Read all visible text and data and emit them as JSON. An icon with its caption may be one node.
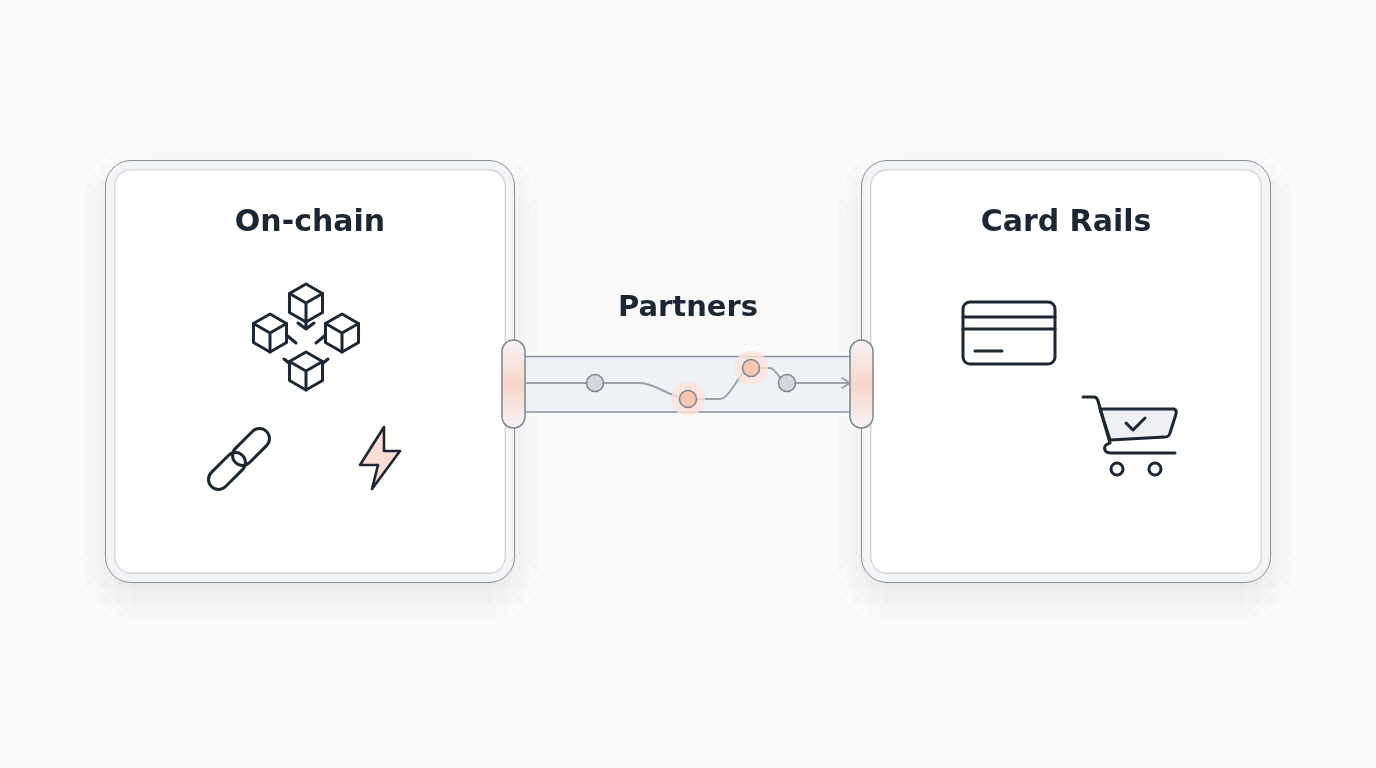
{
  "diagram": {
    "nodes": [
      {
        "text": [
          "On-chain"
        ]
      },
      {
        "text": [
          "Card Rails"
        ]
      }
    ],
    "edges": [
      {
        "from": 0,
        "to": 1,
        "arrow": "to",
        "label": "Partners"
      }
    ]
  }
}
